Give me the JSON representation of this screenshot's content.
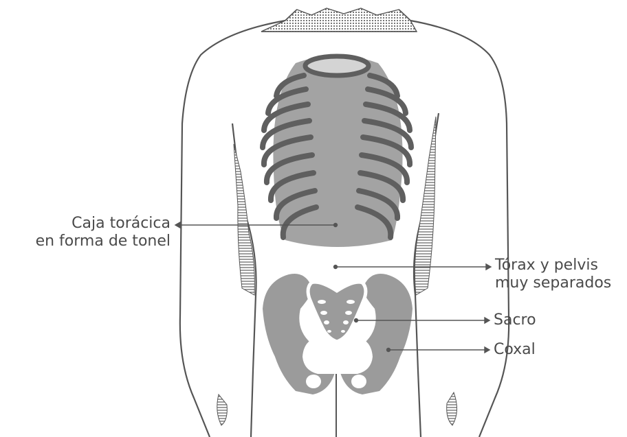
{
  "labels": {
    "rib_cage": [
      "Caja torácica",
      "en forma de tonel"
    ],
    "separation": [
      "Tórax y pelvis",
      "muy separados"
    ],
    "sacrum": "Sacro",
    "coxal": "Coxal"
  },
  "colors": {
    "outline": "#555555",
    "bone": "#9b9b9b",
    "rib": "#5f5f5f",
    "hatch": "#6a6a6a",
    "text": "#4a4a4a"
  }
}
